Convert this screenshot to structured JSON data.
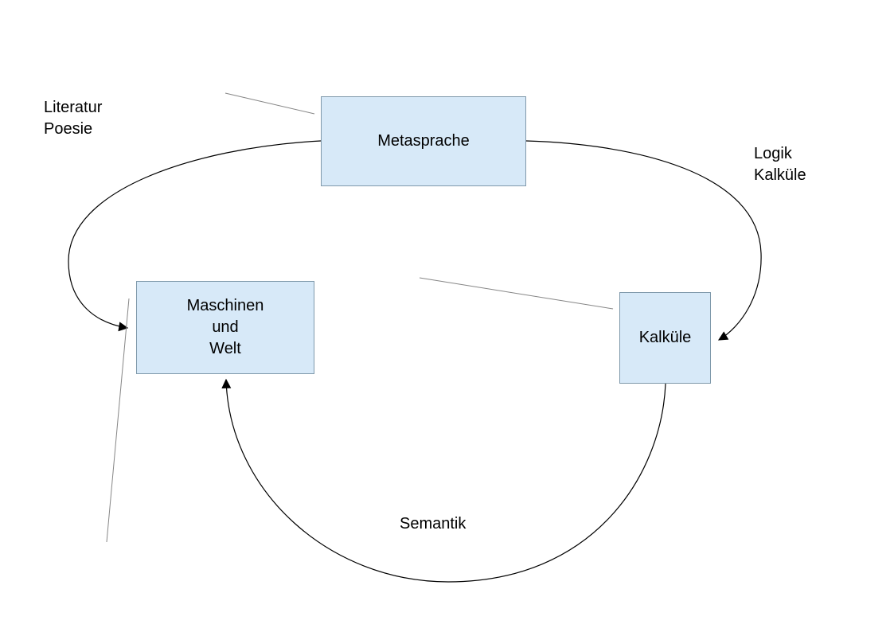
{
  "boxes": {
    "metasprache": {
      "label": "Metasprache"
    },
    "maschinen_und_welt": {
      "lines": [
        "Maschinen",
        "und",
        "Welt"
      ]
    },
    "kalkuele": {
      "label": "Kalküle"
    }
  },
  "labels": {
    "literatur_poesie": {
      "lines": [
        "Literatur",
        "Poesie"
      ]
    },
    "logik_kalkuele": {
      "lines": [
        "Logik",
        "Kalküle"
      ]
    },
    "semantik": {
      "label": "Semantik"
    }
  },
  "edges": [
    {
      "from": "Metasprache",
      "to": "Maschinen und Welt",
      "nearby_label": "Literatur Poesie",
      "style": "curved-arrow"
    },
    {
      "from": "Metasprache",
      "to": "Kalküle",
      "nearby_label": "Logik Kalküle",
      "style": "curved-arrow"
    },
    {
      "from": "Kalküle",
      "to": "Maschinen und Welt",
      "nearby_label": "Semantik",
      "style": "curved-arrow"
    }
  ],
  "colors": {
    "background": "#ffffff",
    "text": "#000000",
    "box_fill": "#d7e9f8",
    "box_border": "#7f99ab",
    "arrow": "#000000",
    "leader_line": "#868686"
  }
}
